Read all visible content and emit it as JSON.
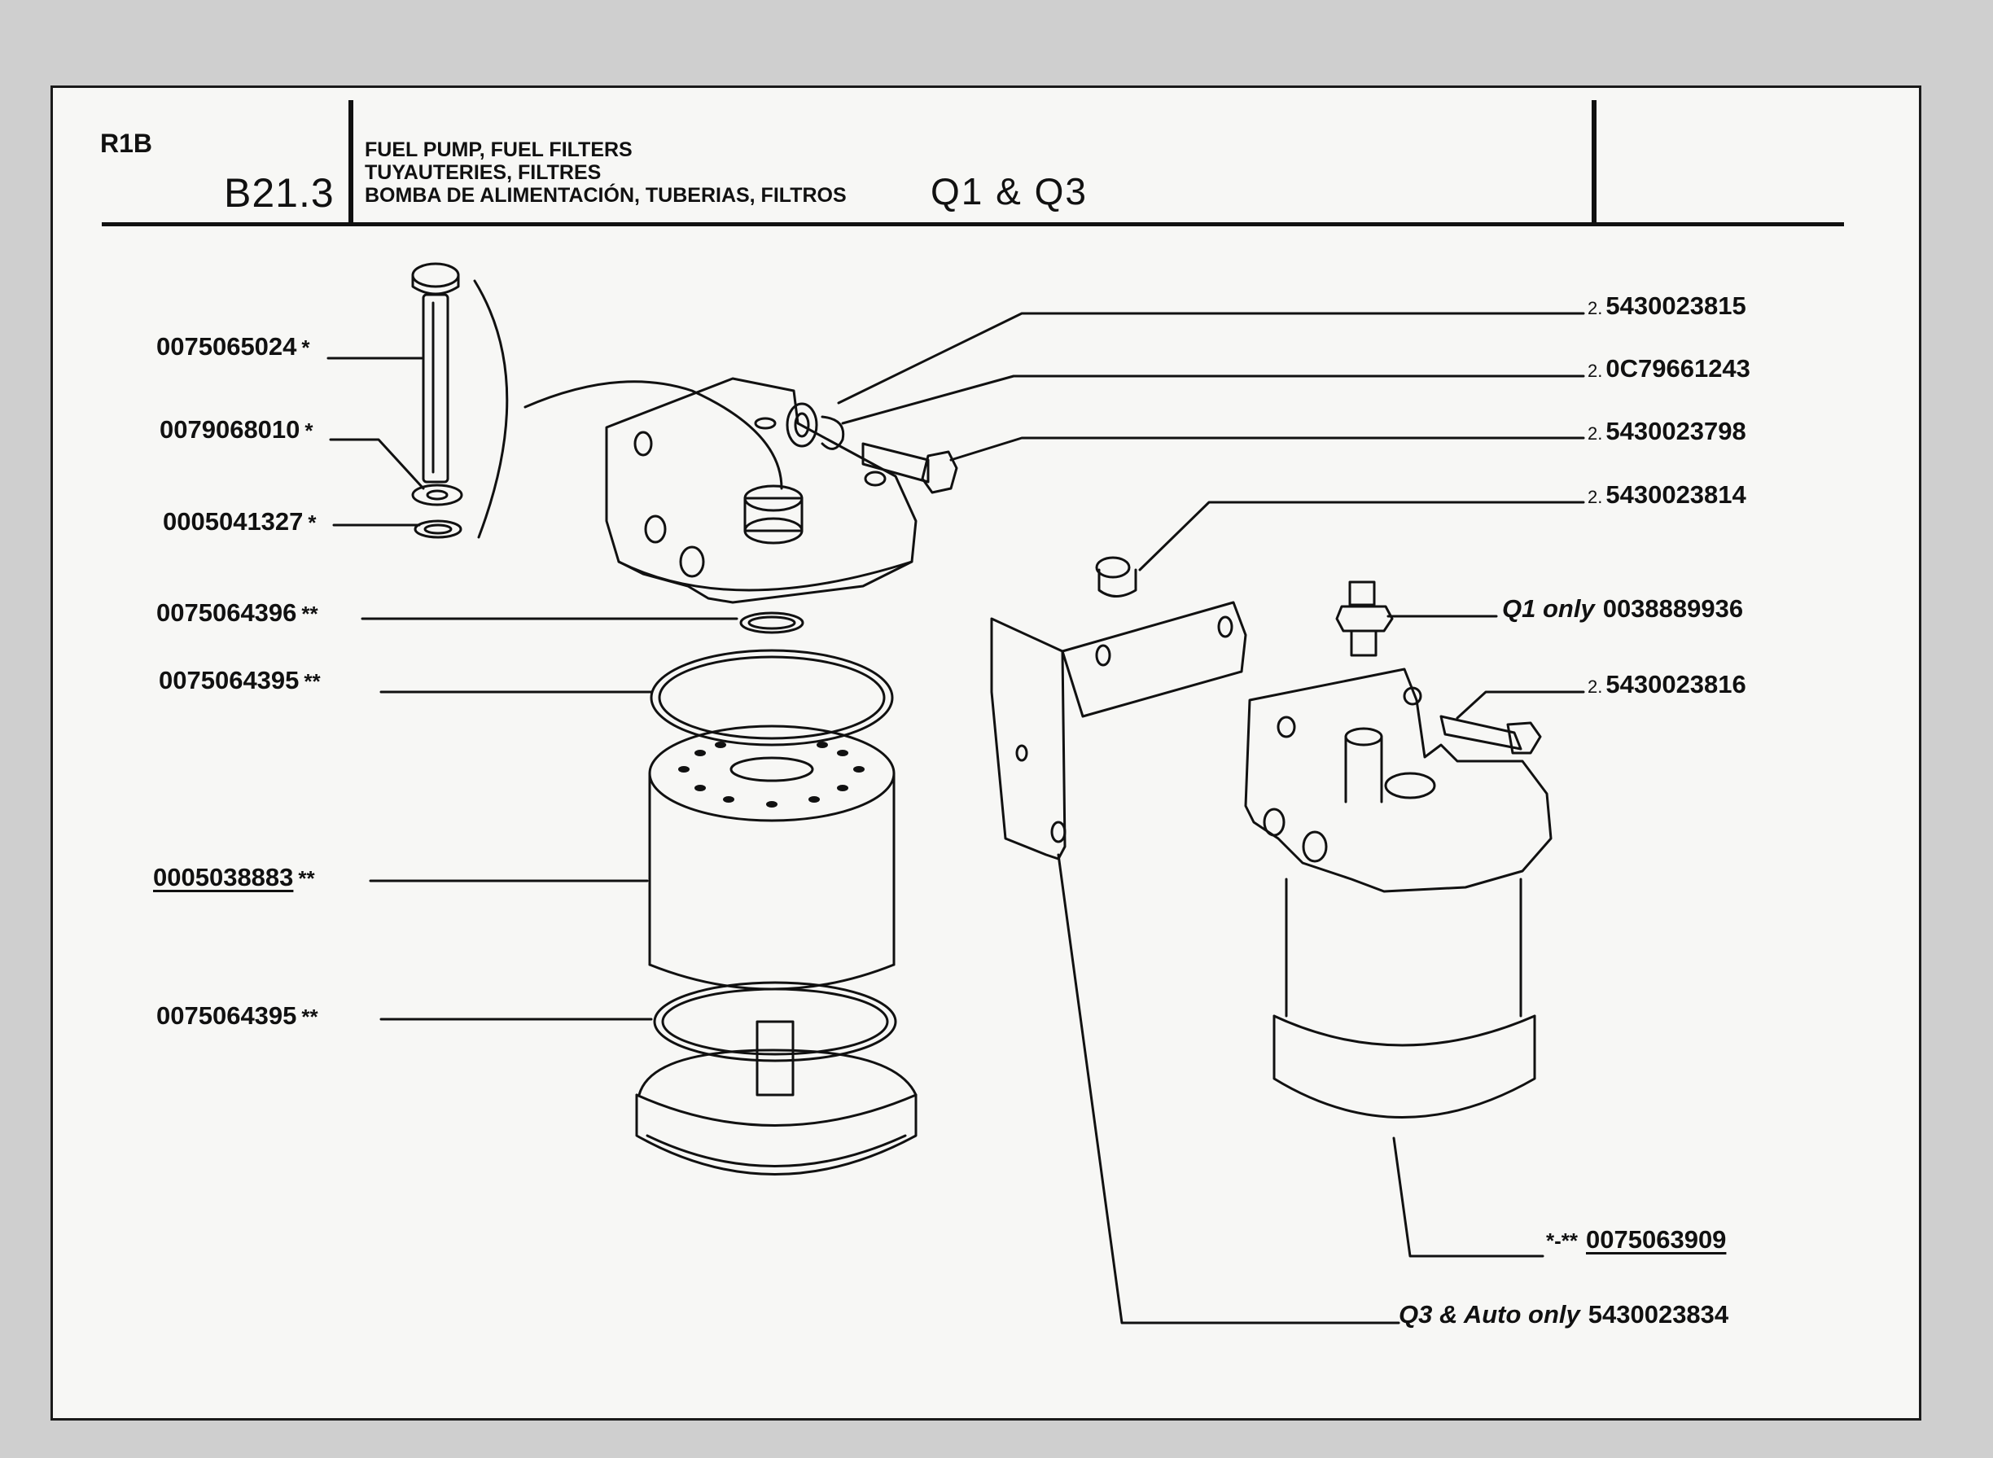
{
  "header": {
    "page_code": "R1B",
    "section": "B21.3",
    "title_lines": [
      "FUEL PUMP, FUEL FILTERS",
      "TUYAUTERIES, FILTRES",
      "BOMBA DE ALIMENTACIÓN, TUBERIAS, FILTROS"
    ],
    "models": "Q1 & Q3"
  },
  "left_labels": [
    {
      "part": "0075065024",
      "mark": "*"
    },
    {
      "part": "0079068010",
      "mark": "*"
    },
    {
      "part": "0005041327",
      "mark": "*"
    },
    {
      "part": "0075064396",
      "mark": "**"
    },
    {
      "part": "0075064395",
      "mark": "**"
    },
    {
      "part": "0005038883",
      "mark": "**"
    },
    {
      "part": "0075064395",
      "mark": "**"
    }
  ],
  "right_labels": [
    {
      "qty": "2.",
      "part": "5430023815"
    },
    {
      "qty": "2.",
      "part": "0C79661243"
    },
    {
      "qty": "2.",
      "part": "5430023798"
    },
    {
      "qty": "2.",
      "part": "5430023814"
    },
    {
      "note": "Q1 only",
      "part": "0038889936"
    },
    {
      "qty": "2.",
      "part": "5430023816"
    },
    {
      "mark": "*-**",
      "part": "0075063909"
    },
    {
      "note": "Q3 & Auto only",
      "part": "5430023834"
    }
  ],
  "colors": {
    "ink": "#111111",
    "paper": "#f7f7f5",
    "background": "#cfcfcf"
  }
}
